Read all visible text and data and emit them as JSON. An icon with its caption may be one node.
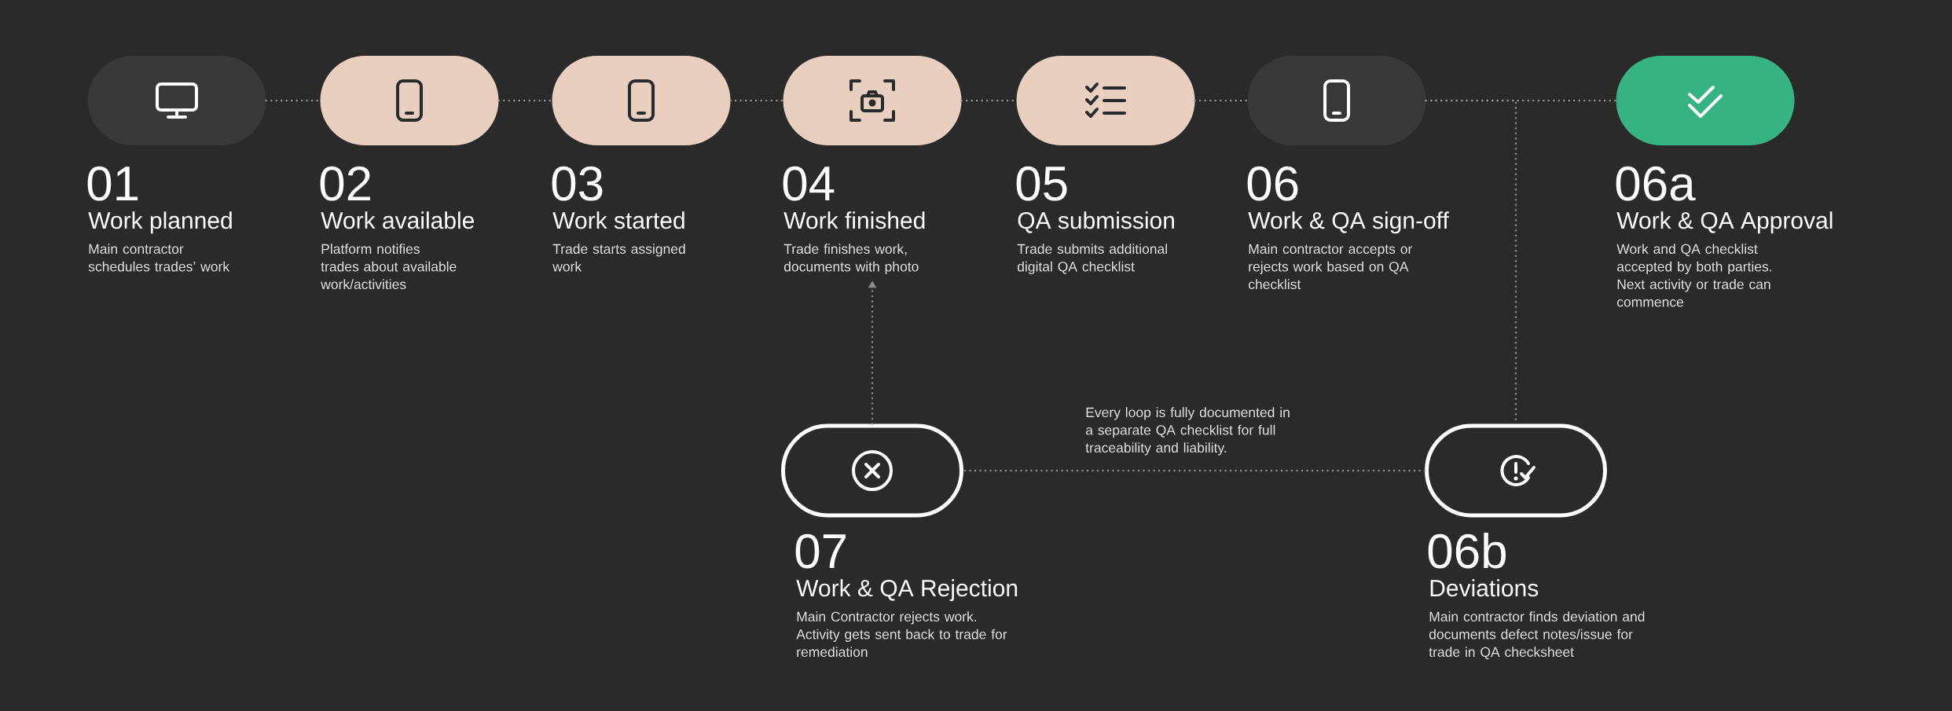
{
  "diagram": {
    "nodes": [
      {
        "text": [
          "01",
          "Work planned",
          "Main contractor schedules trades’ work"
        ]
      },
      {
        "text": [
          "02",
          "Work available",
          "Platform notifies trades about available work/activities"
        ]
      },
      {
        "text": [
          "03",
          "Work started",
          "Trade starts assigned work"
        ]
      },
      {
        "text": [
          "04",
          "Work finished",
          "Trade finishes work, documents with photo"
        ]
      },
      {
        "text": [
          "05",
          "QA submission",
          "Trade submits additional digital QA checklist"
        ]
      },
      {
        "text": [
          "06",
          "Work & QA sign-off",
          "Main contractor accepts or rejects work based on QA checklist"
        ]
      },
      {
        "text": [
          "06a",
          "Work & QA Approval",
          "Work and QA checklist accepted by both parties. Next activity or trade can commence"
        ]
      },
      {
        "text": [
          "07",
          "Work & QA Rejection",
          "Main Contractor rejects work. Activity gets sent back to trade for remediation"
        ]
      },
      {
        "text": [
          "06b",
          "Deviations",
          "Main contractor finds deviation and documents defect notes/issue for trade in QA checksheet"
        ]
      }
    ],
    "edges": [
      {
        "from": 0,
        "to": 1,
        "arrow": "none"
      },
      {
        "from": 1,
        "to": 2,
        "arrow": "none"
      },
      {
        "from": 2,
        "to": 3,
        "arrow": "none"
      },
      {
        "from": 3,
        "to": 4,
        "arrow": "none"
      },
      {
        "from": 4,
        "to": 5,
        "arrow": "none"
      },
      {
        "from": 5,
        "to": 6,
        "arrow": "none"
      },
      {
        "from": 5,
        "to": 8,
        "arrow": "none"
      },
      {
        "from": 8,
        "to": 7,
        "arrow": "none"
      },
      {
        "from": 7,
        "to": 3,
        "arrow": "to"
      }
    ],
    "labels": [
      "Every loop is fully documented in a separate QA checklist for full traceability and liability."
    ]
  }
}
